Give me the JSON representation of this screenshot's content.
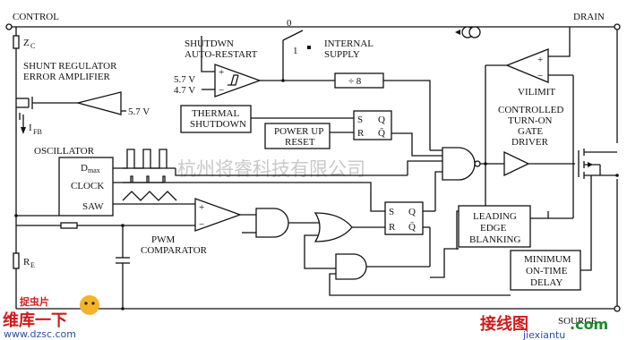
{
  "labels": {
    "control": "CONTROL",
    "drain": "DRAIN",
    "source": "SOURCE",
    "zc": "Z",
    "zc_sub": "C",
    "re": "R",
    "re_sub": "E",
    "ifb": "I",
    "ifb_sub": "FB",
    "shunt1": "SHUNT REGULATOR",
    "shunt2": "ERROR AMPLIFIER",
    "v57a": "5.7 V",
    "oscillator": "OSCILLATOR",
    "dmax": "D",
    "dmax_sub": "max",
    "clock": "CLOCK",
    "saw": "SAW",
    "shutdown1": "SHUTDWN",
    "shutdown2": "AUTO-RESTART",
    "v57b": "5.7 V",
    "v47": "4.7 V",
    "sw0": "0",
    "sw1": "1",
    "internal1": "INTERNAL",
    "internal2": "SUPPLY",
    "div8": "÷ 8",
    "thermal1": "THERMAL",
    "thermal2": "SHUTDOWN",
    "powerup1": "POWER UP",
    "powerup2": "RESET",
    "ff_s": "S",
    "ff_r": "R",
    "ff_q": "Q",
    "ff_qbar": "Q̄",
    "vilimit": "VILIMIT",
    "gate1": "CONTROLLED",
    "gate2": "TURN-ON",
    "gate3": "GATE",
    "gate4": "DRIVER",
    "pwm1": "PWM",
    "pwm2": "COMPARATOR",
    "leb1": "LEADING",
    "leb2": "EDGE",
    "leb3": "BLANKING",
    "mot1": "MINIMUM",
    "mot2": "ON-TIME",
    "mot3": "DELAY",
    "plus": "+",
    "minus": "−"
  },
  "watermark": {
    "center": "杭州将睿科技有限公司",
    "logo1": "维库一下",
    "logo_small": "捉虫片",
    "url": "www.dzsc.com",
    "site": "接线图",
    "site_url": "jiexiantu",
    "dotcom": ".com"
  }
}
